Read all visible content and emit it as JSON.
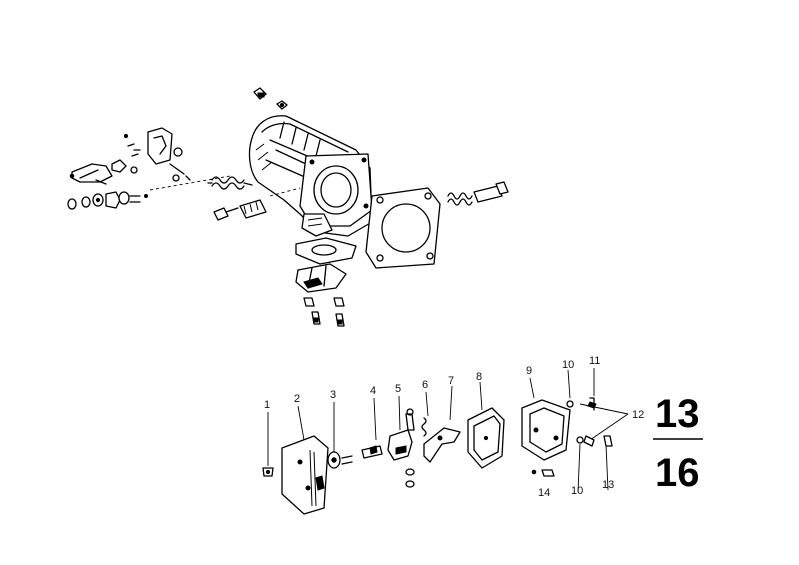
{
  "group_number": {
    "top": "13",
    "bottom": "16"
  },
  "callouts": [
    {
      "id": "c1",
      "label": "1"
    },
    {
      "id": "c2",
      "label": "2"
    },
    {
      "id": "c3",
      "label": "3"
    },
    {
      "id": "c4",
      "label": "4"
    },
    {
      "id": "c5",
      "label": "5"
    },
    {
      "id": "c6",
      "label": "6"
    },
    {
      "id": "c7",
      "label": "7"
    },
    {
      "id": "c8",
      "label": "8"
    },
    {
      "id": "c9",
      "label": "9"
    },
    {
      "id": "c10a",
      "label": "10"
    },
    {
      "id": "c10b",
      "label": "10"
    },
    {
      "id": "c11",
      "label": "11"
    },
    {
      "id": "c12",
      "label": "12"
    },
    {
      "id": "c13",
      "label": "13"
    },
    {
      "id": "c14",
      "label": "14"
    }
  ]
}
